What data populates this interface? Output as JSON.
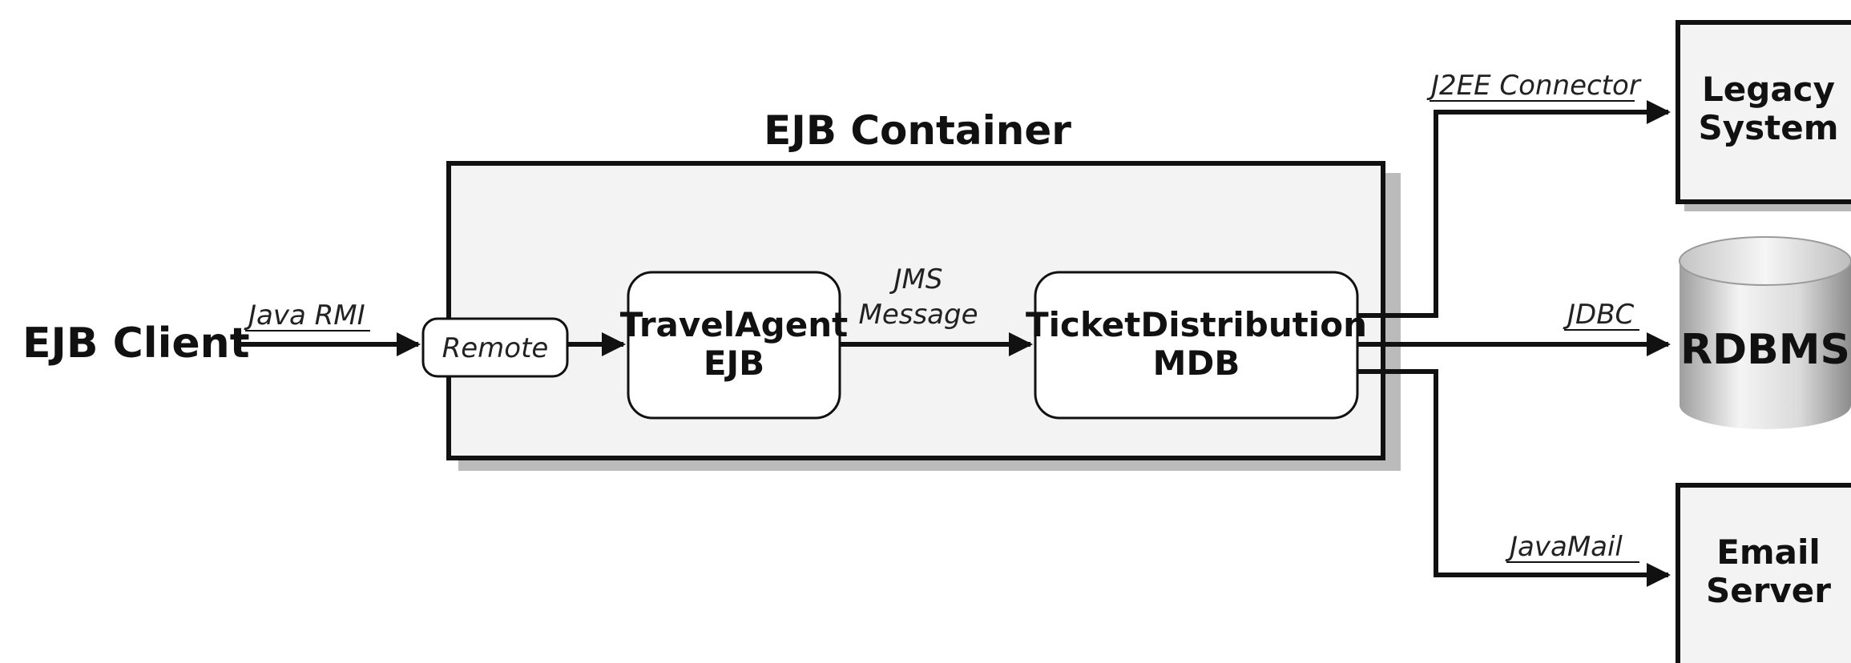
{
  "diagram": {
    "client": {
      "label": "EJB Client"
    },
    "container": {
      "title": "EJB Container"
    },
    "remote": {
      "label": "Remote"
    },
    "travel_agent": {
      "line1": "TravelAgent",
      "line2": "EJB"
    },
    "ticket_distribution": {
      "line1": "TicketDistribution",
      "line2": "MDB"
    },
    "legacy_system": {
      "line1": "Legacy",
      "line2": "System"
    },
    "rdbms": {
      "label": "RDBMS"
    },
    "email_server": {
      "line1": "Email",
      "line2": "Server"
    },
    "edges": {
      "java_rmi": "Java RMI",
      "jms_line1": "JMS",
      "jms_line2": "Message",
      "j2ee_connector": "J2EE Connector",
      "jdbc": "JDBC",
      "javamail": "JavaMail"
    },
    "colors": {
      "line": "#111111",
      "container_fill": "#f3f3f3",
      "box_fill": "#ffffff",
      "shadow": "#bbbbbb",
      "cylinder_light": "#f2f2f2",
      "cylinder_dark": "#9a9a9a"
    }
  }
}
